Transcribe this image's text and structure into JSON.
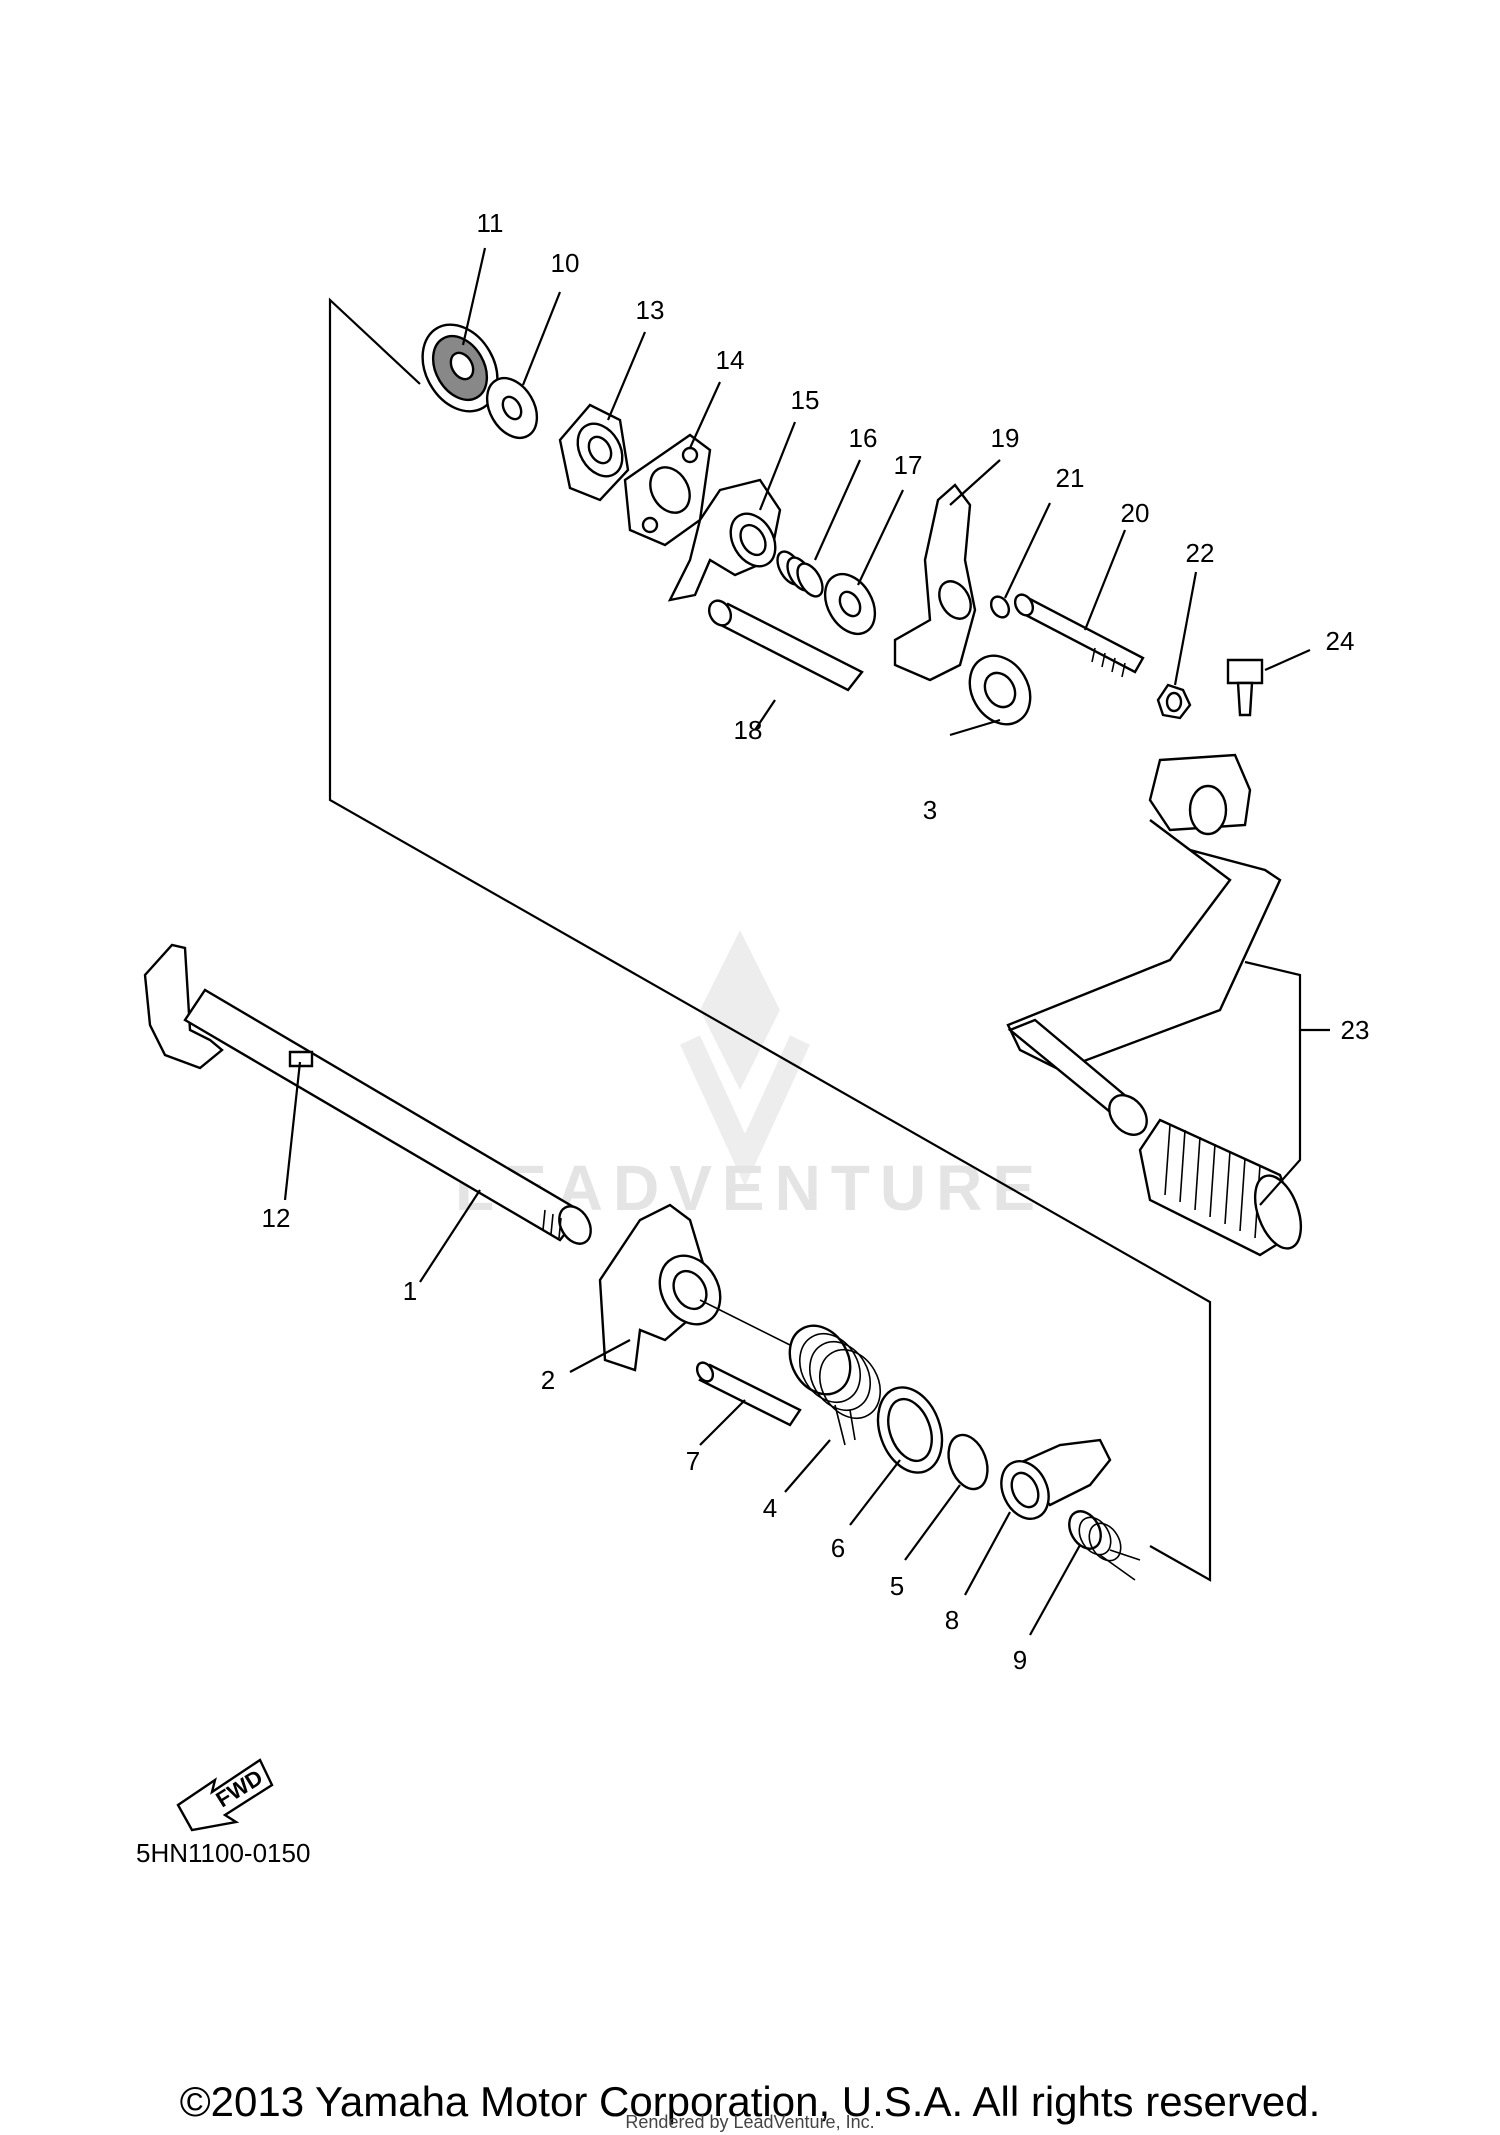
{
  "diagram": {
    "watermark": "LEADVENTURE",
    "diagram_code": "5HN1100-0150",
    "fwd_label": "FWD",
    "callouts": [
      {
        "id": "1",
        "label": "1"
      },
      {
        "id": "2",
        "label": "2"
      },
      {
        "id": "3",
        "label": "3"
      },
      {
        "id": "4",
        "label": "4"
      },
      {
        "id": "5",
        "label": "5"
      },
      {
        "id": "6",
        "label": "6"
      },
      {
        "id": "7",
        "label": "7"
      },
      {
        "id": "8",
        "label": "8"
      },
      {
        "id": "9",
        "label": "9"
      },
      {
        "id": "10",
        "label": "10"
      },
      {
        "id": "11",
        "label": "11"
      },
      {
        "id": "12",
        "label": "12"
      },
      {
        "id": "13",
        "label": "13"
      },
      {
        "id": "14",
        "label": "14"
      },
      {
        "id": "15",
        "label": "15"
      },
      {
        "id": "16",
        "label": "16"
      },
      {
        "id": "17",
        "label": "17"
      },
      {
        "id": "18",
        "label": "18"
      },
      {
        "id": "19",
        "label": "19"
      },
      {
        "id": "20",
        "label": "20"
      },
      {
        "id": "21",
        "label": "21"
      },
      {
        "id": "22",
        "label": "22"
      },
      {
        "id": "23",
        "label": "23"
      },
      {
        "id": "24",
        "label": "24"
      }
    ]
  },
  "footer": {
    "copyright": "©2013 Yamaha Motor Corporation, U.S.A. All rights reserved.",
    "rendered_by": "Rendered by LeadVenture, Inc."
  }
}
